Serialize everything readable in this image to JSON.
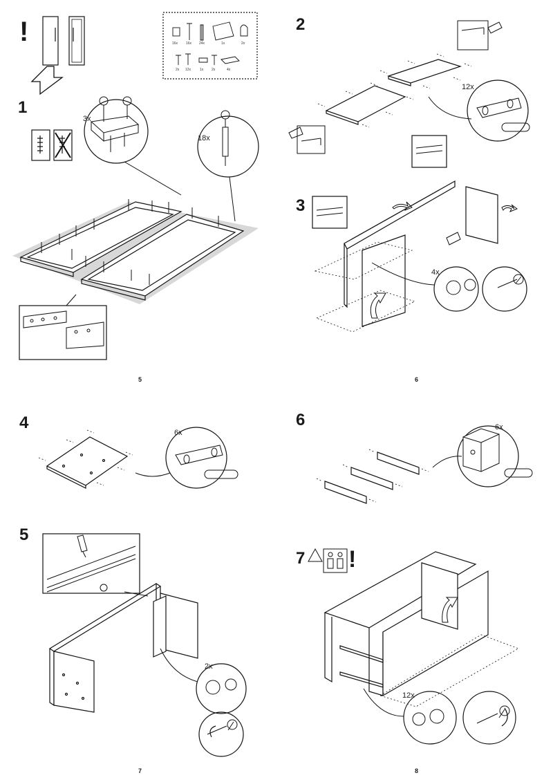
{
  "pages": {
    "p5": {
      "page_number": "5",
      "step": "1",
      "hardware_kit": {
        "counts_top": [
          "16x",
          "16x",
          "24x",
          "1x",
          "2x"
        ],
        "counts_bottom": [
          "2x",
          "12x",
          "1x",
          "2x",
          "4x"
        ]
      },
      "callouts": {
        "cam": "3x",
        "dowel": "18x"
      }
    },
    "p6": {
      "page_number": "6",
      "steps": {
        "a": "2",
        "b": "3"
      },
      "callouts": {
        "dowels": "12x",
        "cams": "4x"
      }
    },
    "p7": {
      "page_number": "7",
      "steps": {
        "a": "4",
        "b": "5"
      },
      "callouts": {
        "dowels": "6x",
        "cams": "2x"
      }
    },
    "p8": {
      "page_number": "8",
      "steps": {
        "a": "6",
        "b": "7"
      },
      "callouts": {
        "dowels": "6x",
        "cams": "12x"
      }
    }
  }
}
